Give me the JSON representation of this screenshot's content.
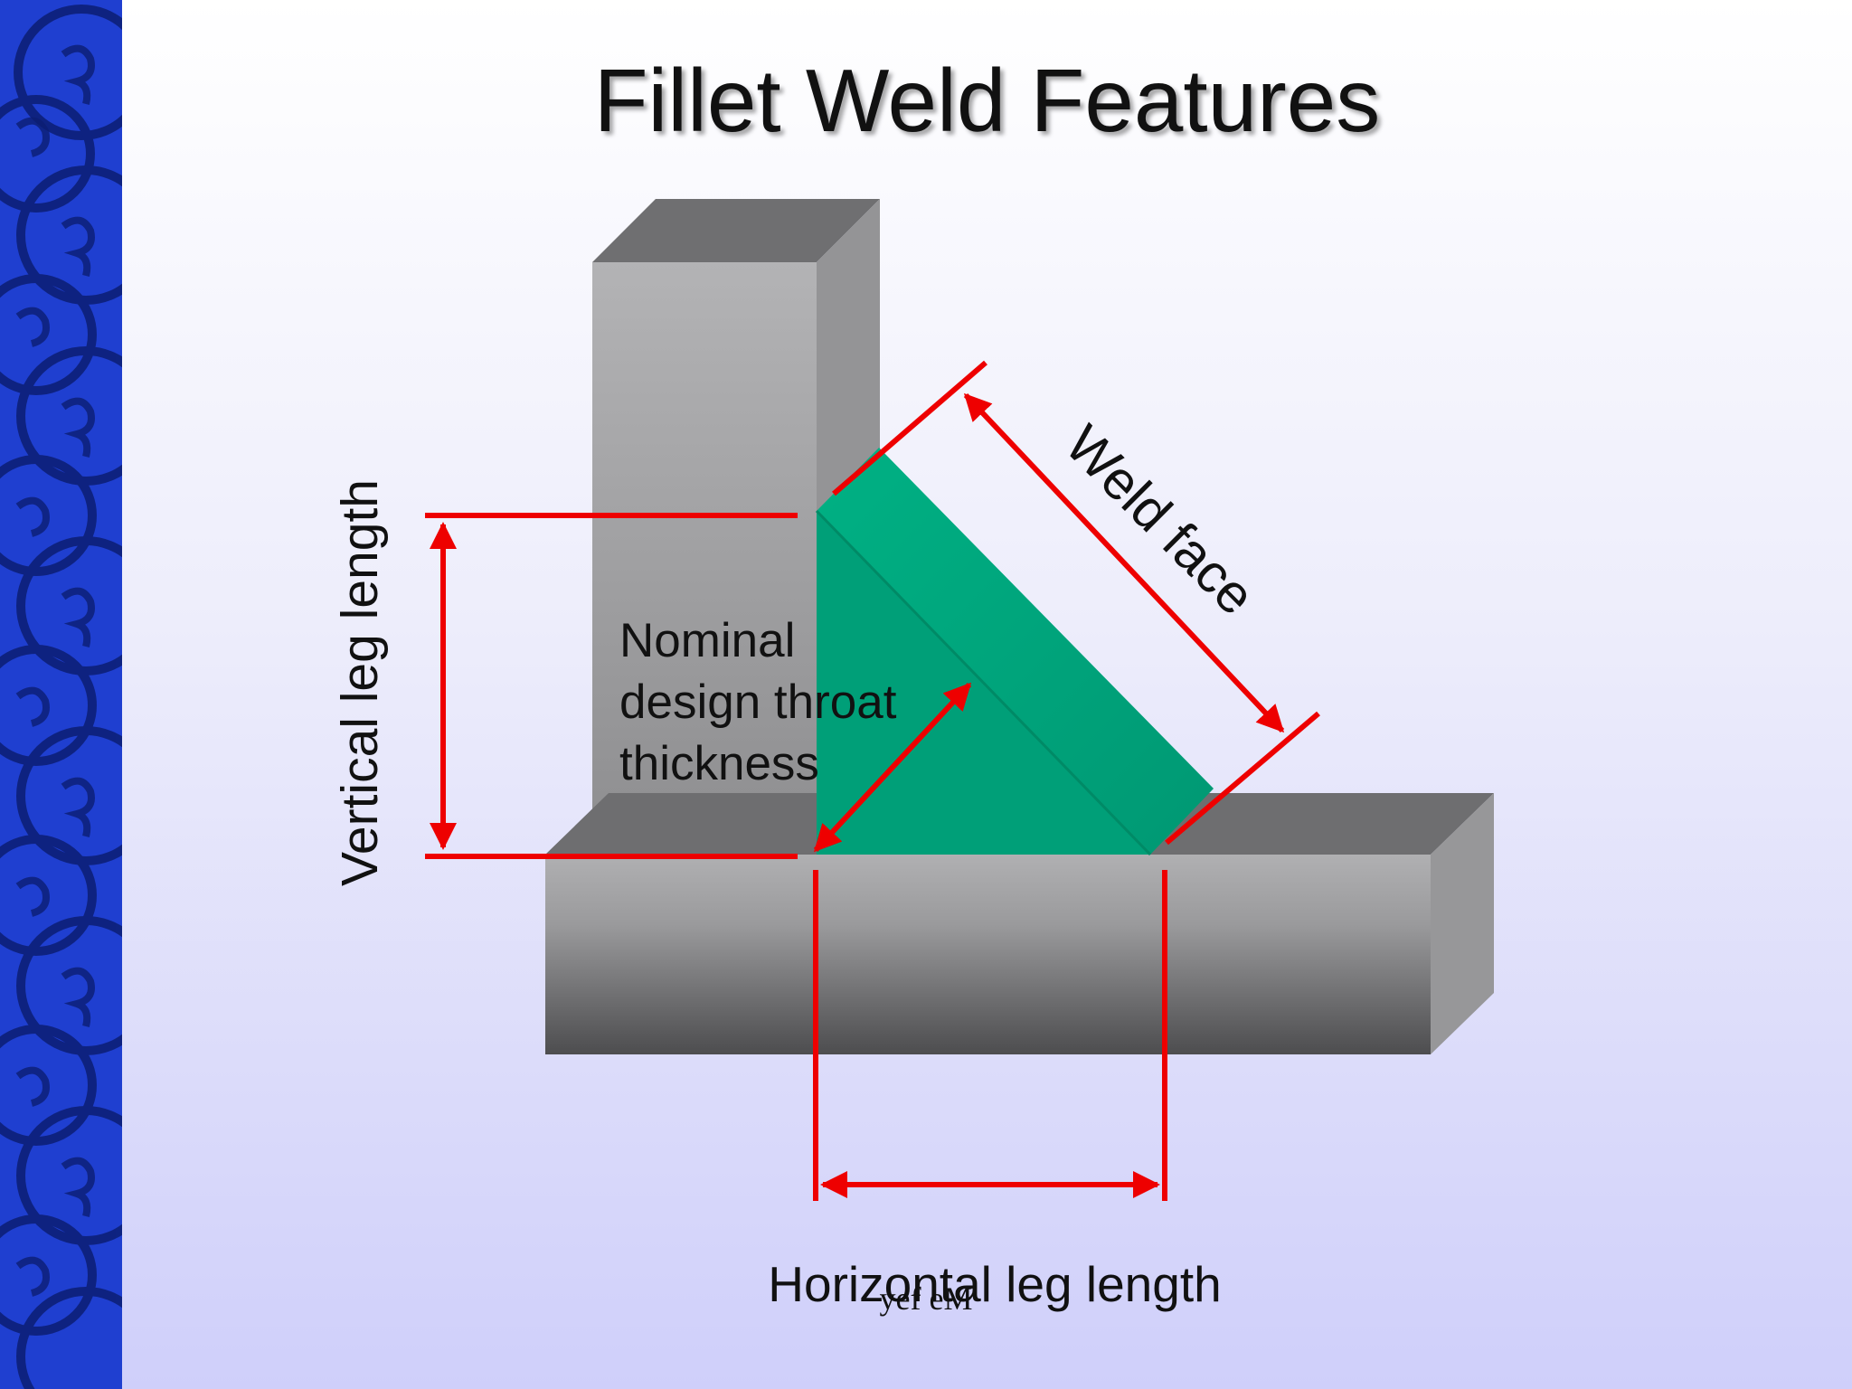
{
  "slide": {
    "title": "Fillet Weld Features",
    "footer": "yef eM"
  },
  "labels": {
    "throat_lines": [
      "Nominal",
      "design throat",
      "thickness"
    ],
    "vertical_leg": "Vertical leg length",
    "weld_face": "Weld face",
    "horizontal_leg": "Horizontal leg length"
  },
  "colors": {
    "side_band": "#1f3fd0",
    "weld": "#00a07a",
    "dimension_lines": "#ee0000",
    "steel": "#8a8a8a"
  }
}
